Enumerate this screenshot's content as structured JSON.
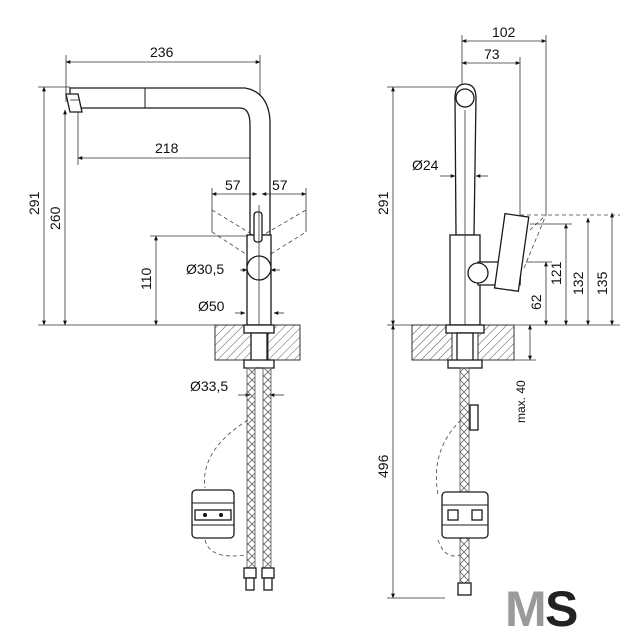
{
  "front_view": {
    "spout_reach": "236",
    "spout_inner_reach": "218",
    "total_height": "291",
    "spout_height": "260",
    "lever_swing_left": "57",
    "lever_swing_right": "57",
    "lever_axis_height": "110",
    "lever_diameter": "Ø30,5",
    "base_diameter": "Ø50",
    "shank_diameter": "Ø33,5"
  },
  "side_view": {
    "overall_depth": "102",
    "spout_offset": "73",
    "body_diameter": "Ø24",
    "total_height": "291",
    "lever_height_1": "121",
    "lever_height_2": "132",
    "lever_height_3": "135",
    "lever_base_height": "62",
    "max_deck_thickness": "max. 40",
    "hose_length": "496"
  },
  "logo": {
    "text_1": "M",
    "text_2": "S"
  }
}
